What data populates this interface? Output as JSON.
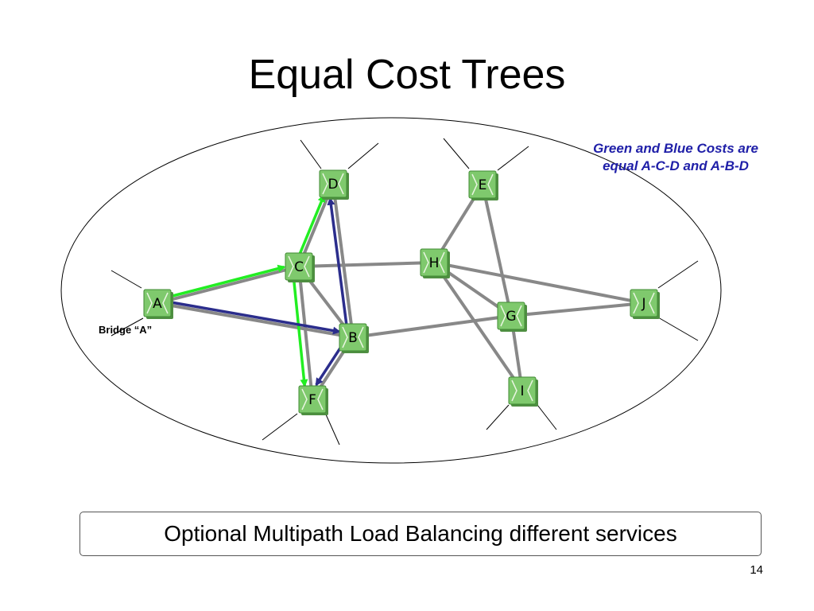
{
  "slide": {
    "title": "Equal Cost Trees",
    "annotation_line1": "Green and Blue Costs are",
    "annotation_line2": "equal A-C-D and  A-B-D",
    "bridge_label": "Bridge “A”",
    "caption": "Optional Multipath Load Balancing different services",
    "page_number": "14"
  },
  "diagram": {
    "bridges": [
      "D",
      "E",
      "C",
      "H",
      "A",
      "G",
      "J",
      "B",
      "I",
      "F"
    ],
    "links": [
      [
        "A",
        "C"
      ],
      [
        "A",
        "B"
      ],
      [
        "C",
        "D"
      ],
      [
        "D",
        "B"
      ],
      [
        "C",
        "B"
      ],
      [
        "C",
        "F"
      ],
      [
        "B",
        "F"
      ],
      [
        "C",
        "H"
      ],
      [
        "B",
        "G"
      ],
      [
        "G",
        "J"
      ],
      [
        "H",
        "J"
      ],
      [
        "H",
        "E"
      ],
      [
        "E",
        "G"
      ],
      [
        "H",
        "G"
      ],
      [
        "H",
        "I"
      ],
      [
        "G",
        "I"
      ]
    ],
    "green_path": [
      "A",
      "C",
      "D"
    ],
    "blue_path": [
      "A",
      "B",
      "D"
    ],
    "green_branch": [
      "C",
      "F"
    ],
    "blue_branch": [
      "B",
      "F"
    ],
    "colors": {
      "link": "#888888",
      "green_tree": "#22ee22",
      "blue_tree": "#2b2d8c",
      "bridge_fill": "#7fc96d",
      "bridge_stroke": "#3f8a32",
      "annotation": "#1f1fa8"
    }
  }
}
